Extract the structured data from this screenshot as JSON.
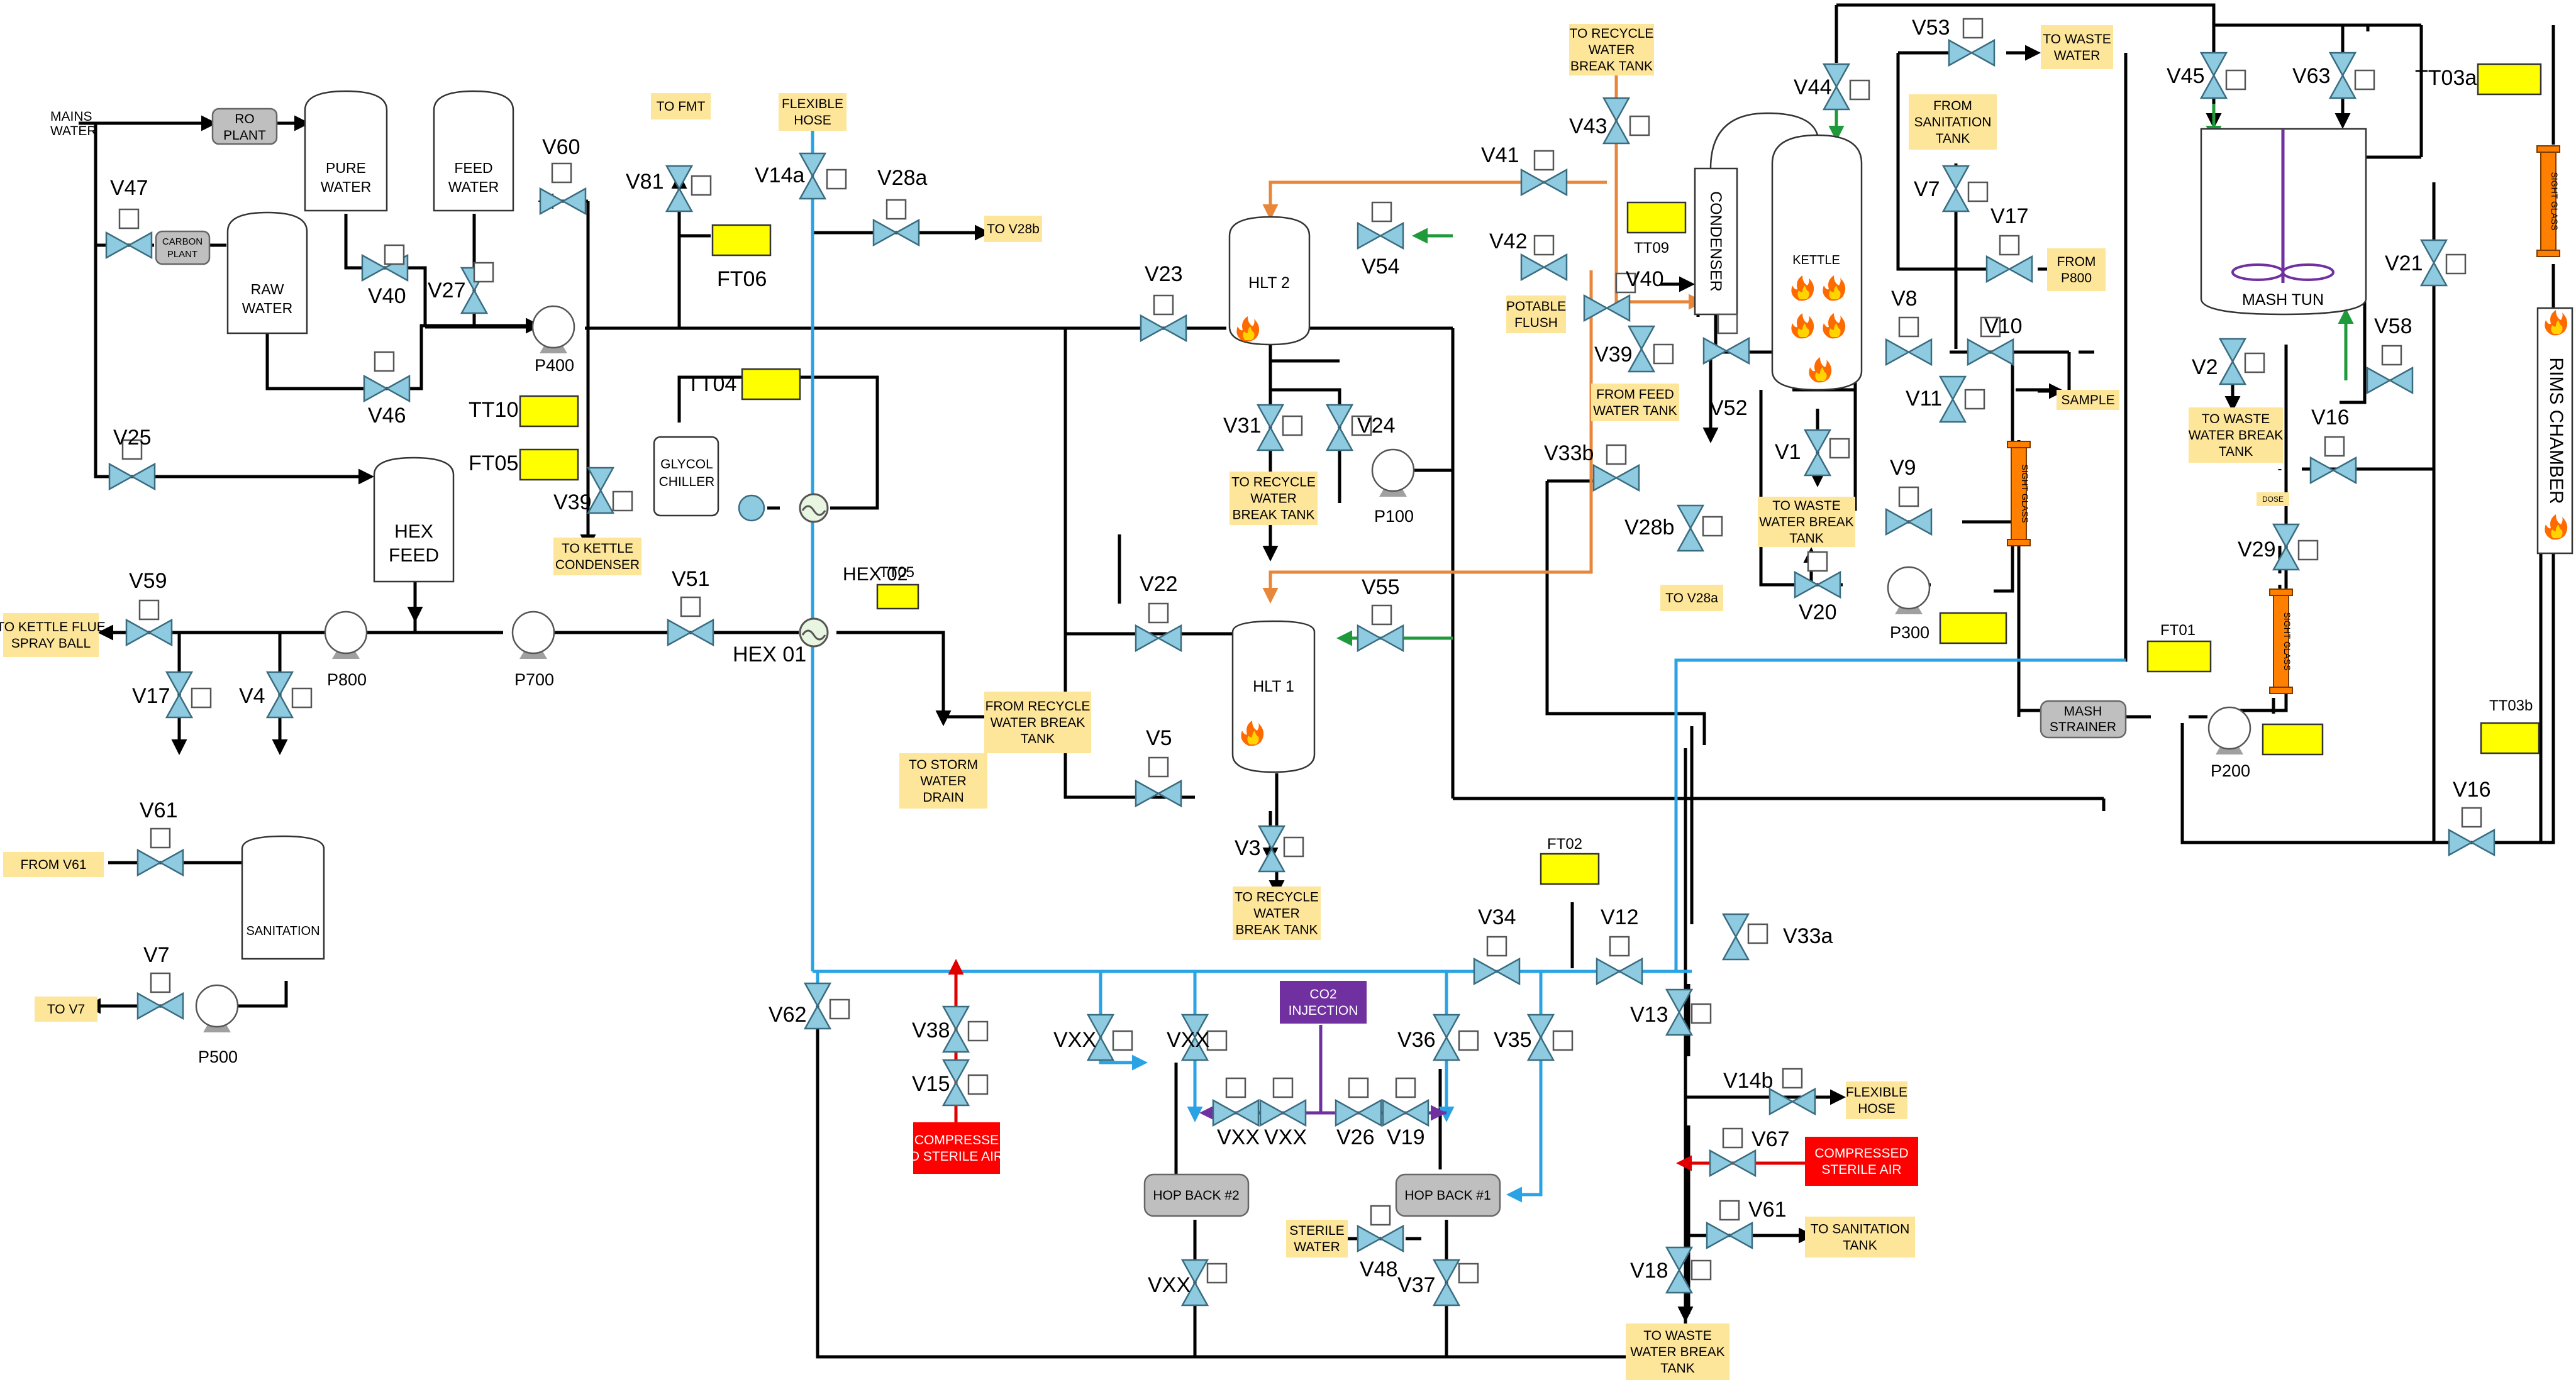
{
  "valves": {
    "v47": "V47",
    "v40": "V40",
    "v27": "V27",
    "v60": "V60",
    "v46": "V46",
    "v25": "V25",
    "v39": "V39",
    "v81": "V81",
    "v14a": "V14a",
    "v28a": "V28a",
    "v23": "V23",
    "v31": "V31",
    "v24": "V24",
    "v54": "V54",
    "v41": "V41",
    "v43": "V43",
    "v42": "V42",
    "v40b": "V40",
    "v39b": "V39",
    "v52": "V52",
    "v33b": "V33b",
    "v28b": "V28b",
    "v22": "V22",
    "v55": "V55",
    "v5": "V5",
    "v3": "V3",
    "v44": "V44",
    "v53": "V53",
    "v7": "V7",
    "v17": "V17",
    "v8": "V8",
    "v10": "V10",
    "v11": "V11",
    "v1": "V1",
    "v9": "V9",
    "v20": "V20",
    "v45": "V45",
    "v63": "V63",
    "v21": "V21",
    "v2": "V2",
    "v58": "V58",
    "v16": "V16",
    "v29": "V29",
    "v16b": "V16",
    "v59": "V59",
    "v17b": "V17",
    "v4": "V4",
    "v51": "V51",
    "v61": "V61",
    "v7b": "V7",
    "v62": "V62",
    "v38": "V38",
    "v15": "V15",
    "vxx1": "VXX",
    "vxx2": "VXX",
    "vxx3": "VXX",
    "vxx4": "VXX",
    "vxx5": "VXX",
    "v26": "V26",
    "v19": "V19",
    "v36": "V36",
    "v35": "V35",
    "v34": "V34",
    "v12": "V12",
    "v13": "V13",
    "v33a": "V33a",
    "v14b": "V14b",
    "v67": "V67",
    "v61b": "V61",
    "v18": "V18",
    "v48": "V48",
    "v37": "V37"
  },
  "instruments": {
    "ft06": "FT06",
    "tt10": "TT10",
    "ft05": "FT05",
    "tt04": "TT04",
    "tt05": "TT05",
    "tt09": "TT09",
    "ft02": "FT02",
    "ft01": "FT01",
    "tt03a": "TT03a",
    "tt03b": "TT03b"
  },
  "equipment": {
    "ro_plant": [
      "RO",
      "PLANT"
    ],
    "carbon_plant": [
      "CARBON",
      "PLANT"
    ],
    "pure_water": [
      "PURE",
      "WATER"
    ],
    "feed_water": [
      "FEED",
      "WATER"
    ],
    "raw_water": [
      "RAW",
      "WATER"
    ],
    "hex_feed": [
      "HEX",
      "FEED"
    ],
    "sanitation": "SANITATION",
    "glycol_chiller": [
      "GLYCOL",
      "CHILLER"
    ],
    "hlt2": "HLT 2",
    "hlt1": "HLT 1",
    "kettle": "KETTLE",
    "condenser": "CONDENSER",
    "mash_tun": "MASH TUN",
    "rims": "RIMS CHAMBER",
    "mash_strainer": [
      "MASH",
      "STRAINER"
    ],
    "hop_back_2": "HOP BACK #2",
    "hop_back_1": "HOP BACK #1",
    "hex01": "HEX 01",
    "hex02": "HEX 02",
    "p400": "P400",
    "p100": "P100",
    "p800": "P800",
    "p700": "P700",
    "p300": "P300",
    "p200": "P200",
    "p500": "P500"
  },
  "tags": {
    "mains_water": [
      "MAINS",
      "WATER"
    ],
    "to_fmt": [
      "TO FMT"
    ],
    "flexible_hose_top": [
      "FLEXIBLE",
      "HOSE"
    ],
    "to_v28b": [
      "TO V28b"
    ],
    "to_recycle_top": [
      "TO RECYCLE",
      "WATER",
      "BREAK TANK"
    ],
    "to_waste_water_top": [
      "TO WASTE",
      "WATER"
    ],
    "from_sanitation_tank": [
      "FROM",
      "SANITATION",
      "TANK"
    ],
    "from_p800": [
      "FROM",
      "P800"
    ],
    "potable_flush": [
      "POTABLE",
      "FLUSH"
    ],
    "from_feed_water_tank": [
      "FROM FEED",
      "WATER TANK"
    ],
    "sample": [
      "SAMPLE"
    ],
    "to_waste_break_kettle": [
      "TO WASTE",
      "WATER BREAK",
      "TANK"
    ],
    "to_v28a": [
      "TO V28a"
    ],
    "to_recycle_v31": [
      "TO RECYCLE",
      "WATER",
      "BREAK TANK"
    ],
    "to_kettle_condenser": [
      "TO KETTLE",
      "CONDENSER"
    ],
    "to_kettle_flue": [
      "TO KETTLE FLUE",
      "SPRAY BALL"
    ],
    "from_recycle_break": [
      "FROM RECYCLE",
      "WATER BREAK",
      "TANK"
    ],
    "to_storm_drain": [
      "TO STORM",
      "WATER",
      "DRAIN"
    ],
    "to_recycle_v3": [
      "TO RECYCLE",
      "WATER",
      "BREAK TANK"
    ],
    "to_waste_break_v2": [
      "TO WASTE",
      "WATER BREAK",
      "TANK"
    ],
    "dose": [
      "DOSE"
    ],
    "from_v61": [
      "FROM V61"
    ],
    "to_v7": [
      "TO V7"
    ],
    "flexible_hose_bottom": [
      "FLEXIBLE",
      "HOSE"
    ],
    "to_sanitation_tank": [
      "TO SANITATION",
      "TANK"
    ],
    "sterile_water": [
      "STERILE",
      "WATER"
    ],
    "to_waste_break_bottom": [
      "TO WASTE",
      "WATER BREAK",
      "TANK"
    ]
  },
  "red_tags": {
    "compressed_sterile_air_left": [
      "COMPRESSE",
      "D STERILE AIR"
    ],
    "compressed_sterile_air_right": [
      "COMPRESSED",
      "STERILE AIR"
    ]
  },
  "purple_tags": {
    "co2_injection": [
      "CO2",
      "INJECTION"
    ]
  },
  "sight_glass": "SIGHT GLASS",
  "colors": {
    "line": "#000000",
    "glycol": "#29a3e3",
    "vapor": "#e8863a",
    "recirc": "#1f9a3a",
    "air": "#e00000",
    "co2": "#7030a0",
    "valve": "#8ecae0",
    "tag": "#fde59a",
    "sensor": "#ffff00"
  }
}
